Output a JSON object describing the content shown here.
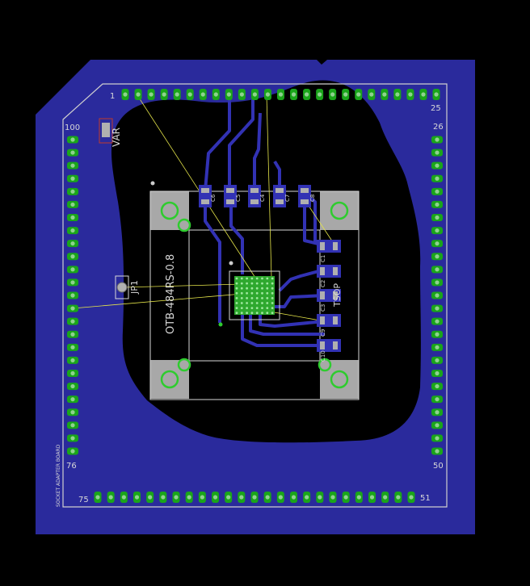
{
  "colors": {
    "background": "#000000",
    "copper": "#2a2a9c",
    "copper_trace": "#3232b4",
    "outline": "#cfcfcf",
    "pad": "#8fd18f",
    "pad_ring": "#1aa51a",
    "silk": "#d8d8d8",
    "socket_fill": "#a8a8a8",
    "airwire": "#e6e64a",
    "smd_pad": "#b0b0b0"
  },
  "pins": {
    "top_first": "1",
    "top_last": "25",
    "right_first": "26",
    "right_last": "50",
    "bottom_first": "51",
    "bottom_last": "75",
    "left_first": "76",
    "left_last": "100"
  },
  "labels": {
    "socket": "OTB-484RS-0.8",
    "tsop_ic": "TSOP",
    "var": "VAR",
    "jumper": "JP1",
    "fine_print": "SOCKET ADAPTER BOARD"
  },
  "capacitors_top": [
    "C6",
    "C5",
    "C4",
    "C7",
    "C8"
  ],
  "capacitors_right": [
    "C1",
    "C2",
    "C3",
    "C9",
    "C10"
  ]
}
